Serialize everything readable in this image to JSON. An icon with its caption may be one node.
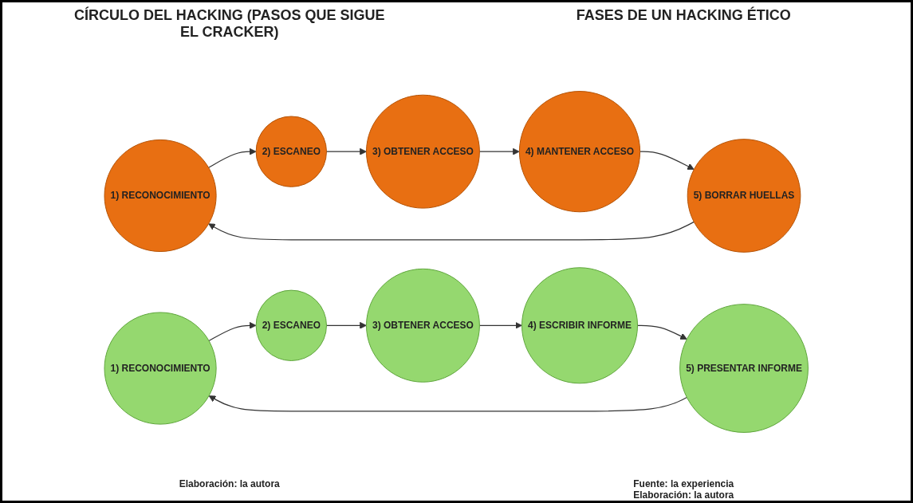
{
  "diagram": {
    "nodes": [
      {
        "text": [
          "1) RECONOCIMIENTO"
        ]
      },
      {
        "text": [
          "2) ESCANEO"
        ]
      },
      {
        "text": [
          "3) OBTENER ACCESO"
        ]
      },
      {
        "text": [
          "4) MANTENER ACCESO"
        ]
      },
      {
        "text": [
          "5) BORRAR HUELLAS"
        ]
      },
      {
        "text": [
          "1) RECONOCIMIENTO"
        ]
      },
      {
        "text": [
          "2) ESCANEO"
        ]
      },
      {
        "text": [
          "3) OBTENER ACCESO"
        ]
      },
      {
        "text": [
          "4) ESCRIBIR INFORME"
        ]
      },
      {
        "text": [
          "5) PRESENTAR INFORME"
        ]
      }
    ],
    "edges": [
      {
        "from": 0,
        "to": 1,
        "arrow": "to"
      },
      {
        "from": 1,
        "to": 2,
        "arrow": "to"
      },
      {
        "from": 2,
        "to": 3,
        "arrow": "to"
      },
      {
        "from": 3,
        "to": 4,
        "arrow": "to"
      },
      {
        "from": 4,
        "to": 0,
        "arrow": "to"
      },
      {
        "from": 5,
        "to": 6,
        "arrow": "to"
      },
      {
        "from": 6,
        "to": 7,
        "arrow": "to"
      },
      {
        "from": 7,
        "to": 8,
        "arrow": "to"
      },
      {
        "from": 8,
        "to": 9,
        "arrow": "to"
      },
      {
        "from": 9,
        "to": 5,
        "arrow": "to"
      }
    ],
    "labels": [
      "CÍRCULO DEL HACKING (PASOS QUE SIGUE EL CRACKER)",
      "FASES DE UN HACKING ÉTICO",
      "Elaboración: la autora",
      "Fuente: la experiencia",
      "Elaboración: la autora"
    ]
  }
}
